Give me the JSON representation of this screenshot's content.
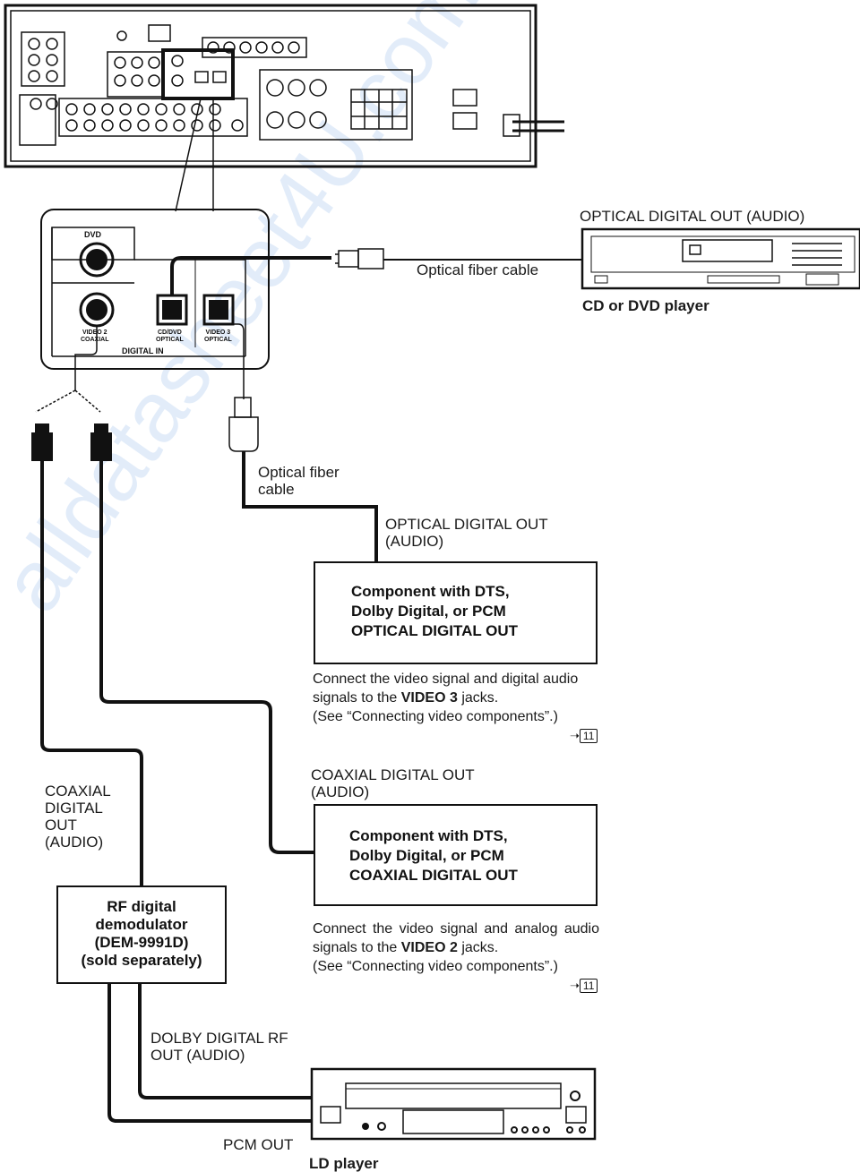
{
  "watermark": "alldatasheet4U.com",
  "labels": {
    "optical_out_top": "OPTICAL DIGITAL OUT (AUDIO)",
    "optical_cable_top": "Optical fiber cable",
    "cd_dvd_player": "CD or DVD player",
    "optical_cable_mid": "Optical fiber\ncable",
    "optical_out_mid": "OPTICAL DIGITAL OUT\n(AUDIO)",
    "coaxial_out_mid": "COAXIAL DIGITAL OUT\n(AUDIO)",
    "coaxial_out_left": "COAXIAL\nDIGITAL\nOUT\n(AUDIO)",
    "dolby_rf_out": "DOLBY DIGITAL RF\nOUT (AUDIO)",
    "pcm_out": "PCM OUT",
    "ld_player": "LD player"
  },
  "panel": {
    "dvd": "DVD",
    "video2_coaxial": "VIDEO 2\nCOAXIAL",
    "cd_dvd_optical": "CD/DVD\nOPTICAL",
    "video3_optical": "VIDEO 3\nOPTICAL",
    "digital_in": "DIGITAL IN"
  },
  "boxes": {
    "optical_component": "Component with DTS,\nDolby Digital, or PCM\nOPTICAL DIGITAL OUT",
    "coaxial_component": "Component with DTS,\nDolby Digital, or PCM\nCOAXIAL DIGITAL OUT",
    "rf_demodulator": "RF digital\ndemodulator\n(DEM-9991D)\n(sold separately)"
  },
  "notes": {
    "video3_pre": "Connect the video signal and digital audio signals to the ",
    "video3_bold": "VIDEO 3",
    "video3_post": " jacks.",
    "video3_see": "(See “Connecting video components”.)",
    "video2_pre": "Connect the video signal and analog audio signals to the ",
    "video2_bold": "VIDEO 2",
    "video2_post": " jacks.",
    "video2_see": "(See “Connecting video components”.)",
    "page_ref": "11"
  }
}
